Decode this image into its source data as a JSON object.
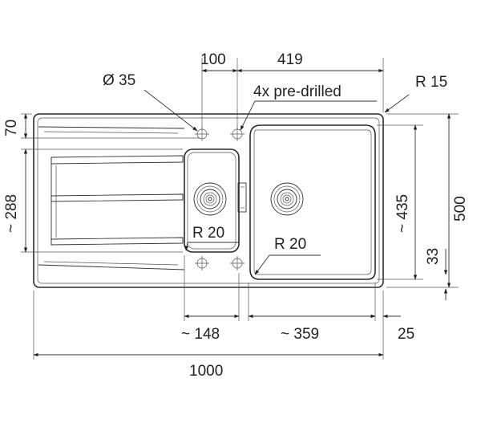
{
  "diagram": {
    "dimensions": {
      "tap_hole_spacing": "100",
      "main_bowl_width": "419",
      "tap_hole_diameter": "Ø 35",
      "pre_drilled_note": "4x pre-drilled",
      "corner_radius_outer": "R 15",
      "tap_ledge_depth": "70",
      "drainer_depth": "~ 288",
      "bowl_depth": "~ 435",
      "overall_depth": "500",
      "bottom_edge_offset": "33",
      "small_bowl_radius": "R 20",
      "main_bowl_radius": "R 20",
      "small_bowl_width": "~ 148",
      "main_bowl_inner_width": "~ 359",
      "right_edge_offset": "25",
      "overall_width": "1000"
    }
  }
}
